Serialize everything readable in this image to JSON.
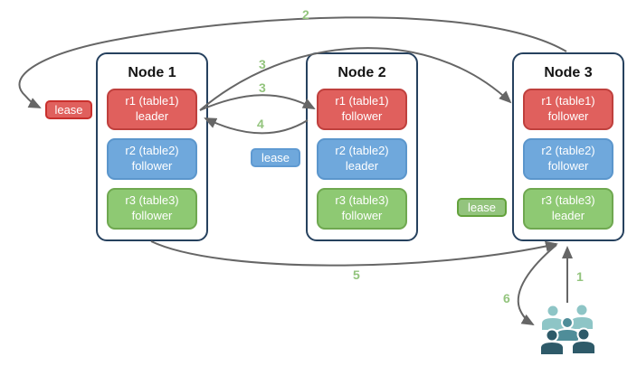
{
  "diagram": {
    "title_hint": "range replication and leases across three nodes",
    "nodes": [
      {
        "title": "Node 1",
        "replicas": [
          {
            "name": "r1 (table1)",
            "role": "leader",
            "color": "#e0605d"
          },
          {
            "name": "r2 (table2)",
            "role": "follower",
            "color": "#6fa8dc"
          },
          {
            "name": "r3 (table3)",
            "role": "follower",
            "color": "#8ec973"
          }
        ]
      },
      {
        "title": "Node 2",
        "replicas": [
          {
            "name": "r1 (table1)",
            "role": "follower",
            "color": "#e0605d"
          },
          {
            "name": "r2 (table2)",
            "role": "leader",
            "color": "#6fa8dc"
          },
          {
            "name": "r3 (table3)",
            "role": "follower",
            "color": "#8ec973"
          }
        ]
      },
      {
        "title": "Node 3",
        "replicas": [
          {
            "name": "r1 (table1)",
            "role": "follower",
            "color": "#e0605d"
          },
          {
            "name": "r2 (table2)",
            "role": "follower",
            "color": "#6fa8dc"
          },
          {
            "name": "r3 (table3)",
            "role": "leader",
            "color": "#8ec973"
          }
        ]
      }
    ],
    "leases": [
      {
        "label": "lease",
        "color": "#e0605d",
        "near": "node1-r1"
      },
      {
        "label": "lease",
        "color": "#6fa8dc",
        "near": "node2-r2"
      },
      {
        "label": "lease",
        "color": "#93c47d",
        "near": "node3-r3"
      }
    ],
    "steps": {
      "1": "1",
      "2": "2",
      "3a": "3",
      "3b": "3",
      "4": "4",
      "5": "5",
      "6": "6"
    },
    "edges": [
      {
        "step": "1",
        "from": "users",
        "to": "node3-bottom"
      },
      {
        "step": "2",
        "from": "node3-top",
        "to": "lease-red"
      },
      {
        "step": "3",
        "from": "node1-r1-leader",
        "to": "node3-r1-follower"
      },
      {
        "step": "3",
        "from": "node1-r1-leader",
        "to": "node2-r1-follower"
      },
      {
        "step": "4",
        "from": "node2-r1-follower",
        "to": "node1-r1-leader"
      },
      {
        "step": "5",
        "from": "node1-bottom",
        "to": "node3-bottom"
      },
      {
        "step": "6",
        "from": "node3-bottom",
        "to": "users"
      }
    ],
    "colors": {
      "red": "#e0605d",
      "blue": "#6fa8dc",
      "green": "#8ec973",
      "node_border": "#26415e",
      "arrow": "#666666",
      "step_label": "#93c47d",
      "users_light": "#8ec5c6",
      "users_mid": "#4f8d99",
      "users_dark": "#2e5a69"
    }
  }
}
